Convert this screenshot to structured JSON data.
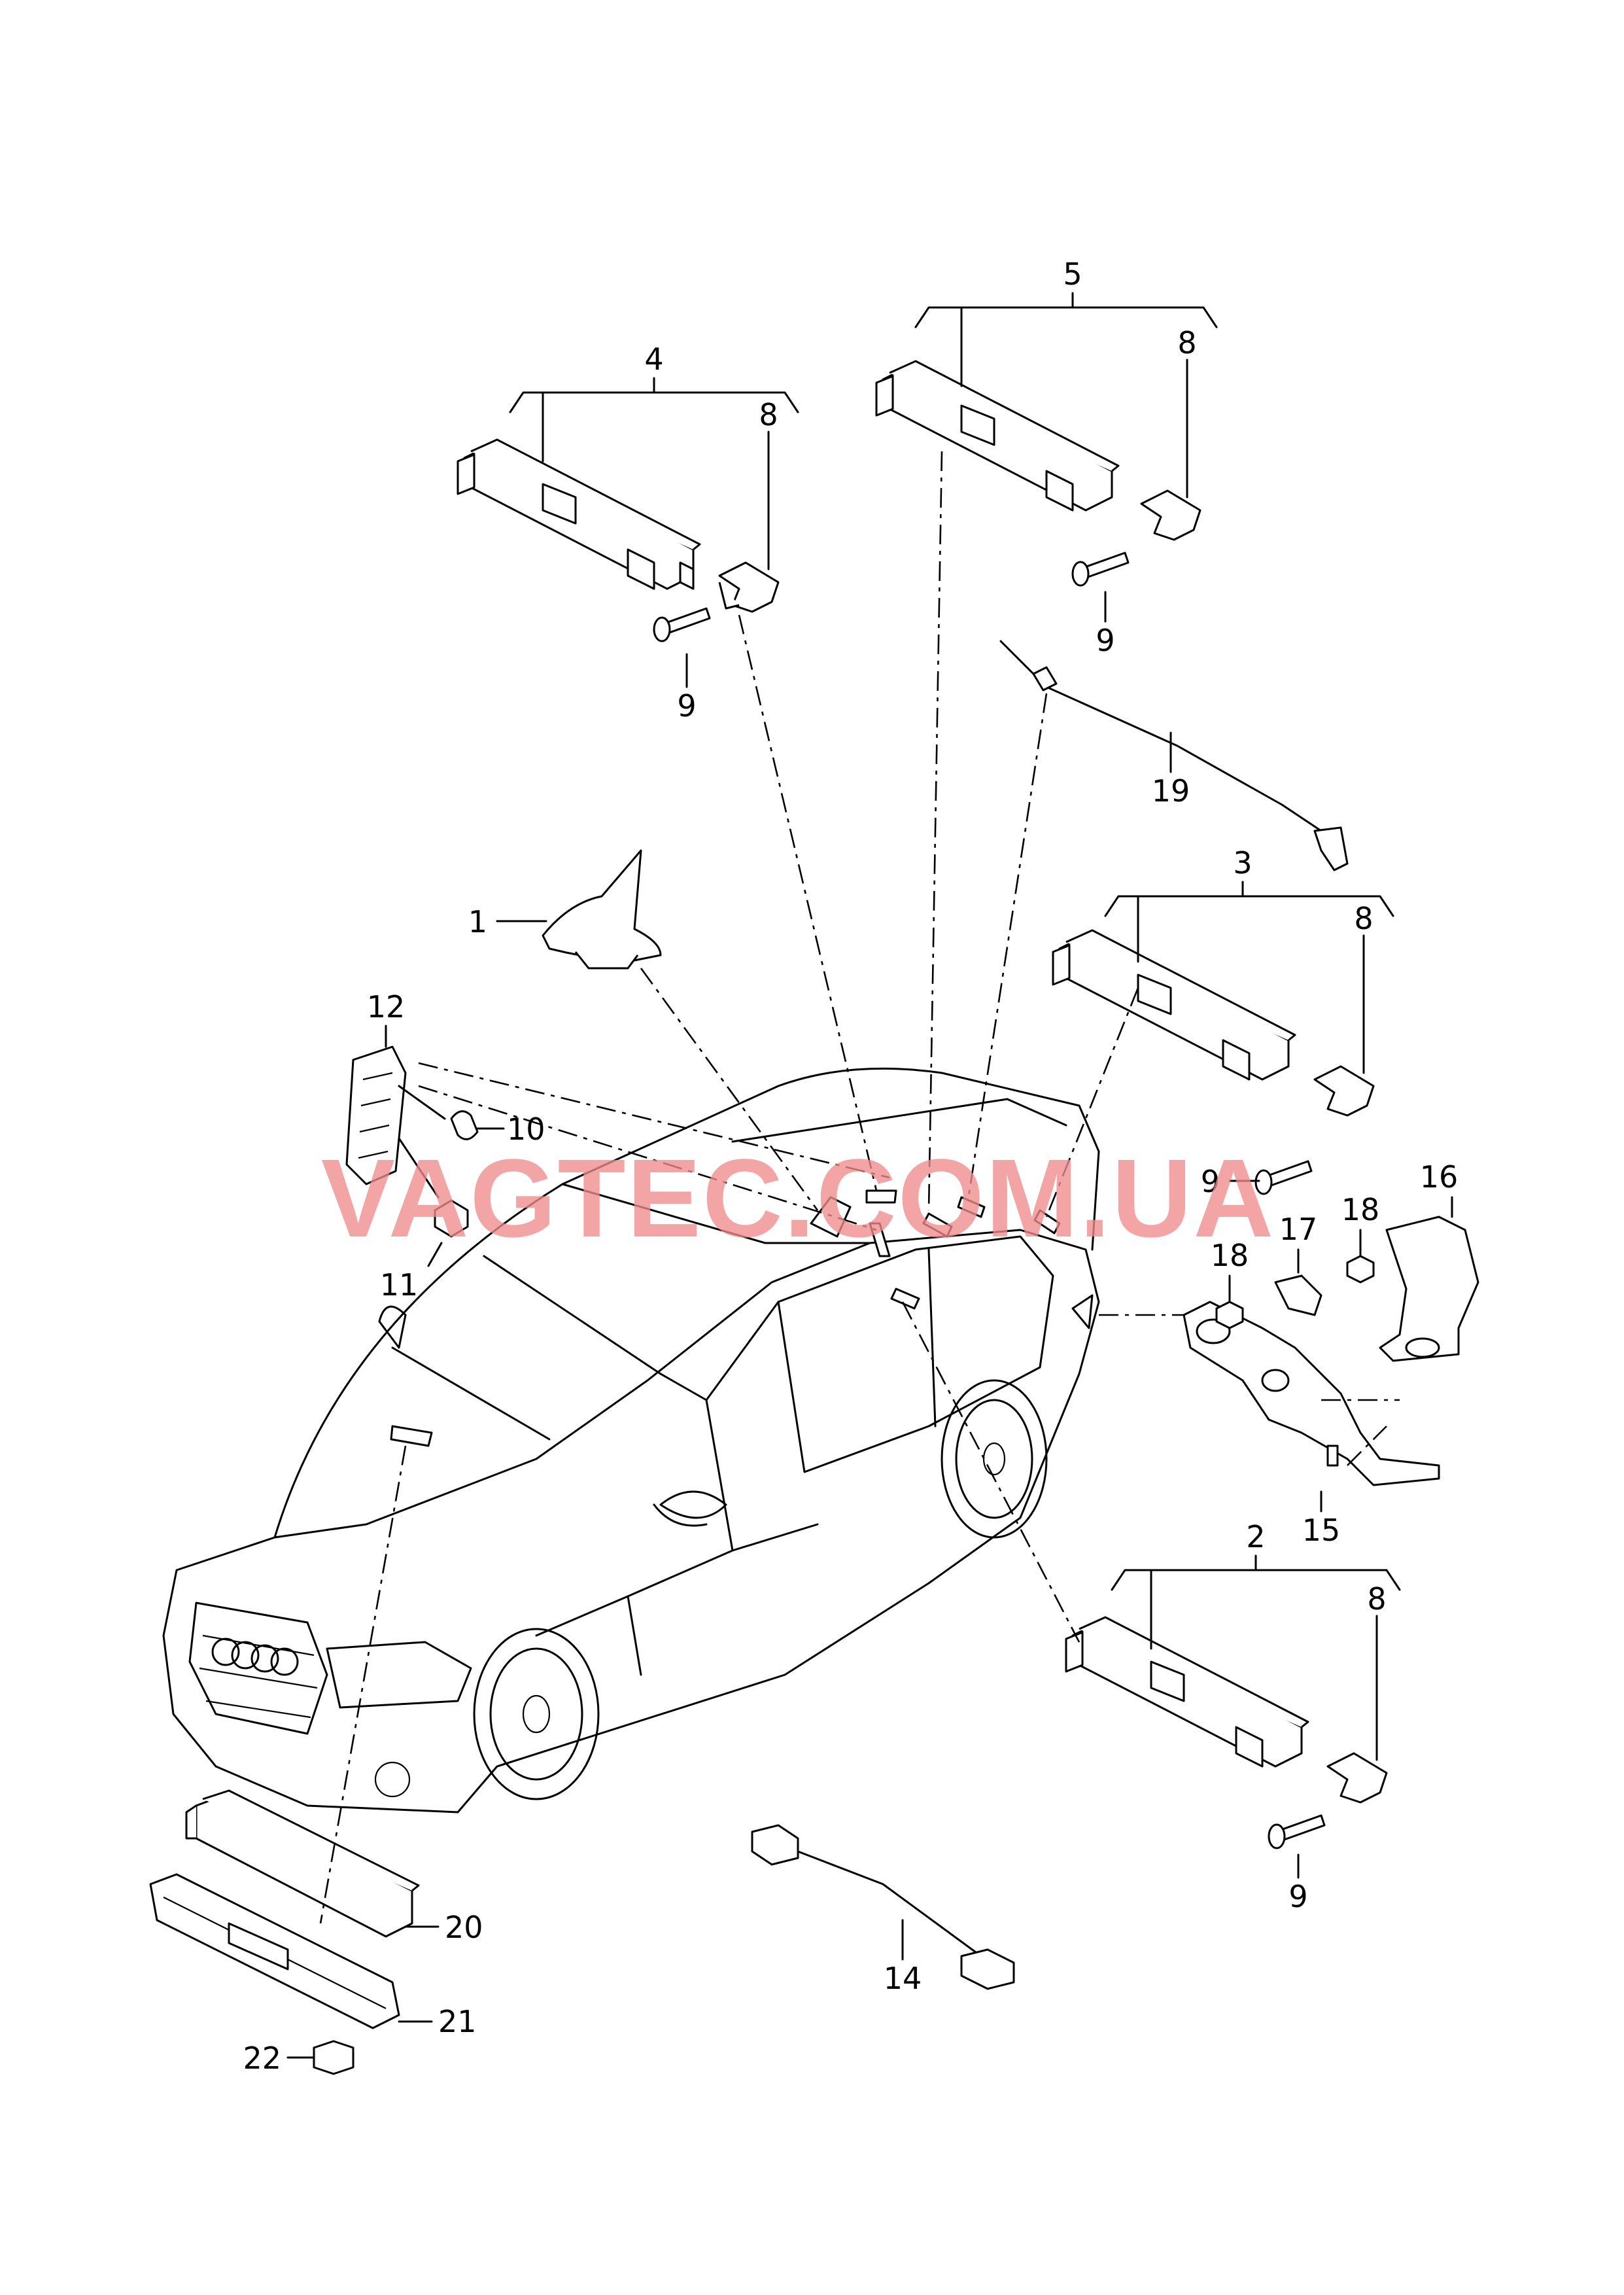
{
  "watermark": "VAGTEC.COM.UA",
  "callouts": {
    "c1": "1",
    "c2": "2",
    "c3": "3",
    "c4": "4",
    "c5": "5",
    "c8a": "8",
    "c8b": "8",
    "c8c": "8",
    "c8d": "8",
    "c9a": "9",
    "c9b": "9",
    "c9c": "9",
    "c9d": "9",
    "c10": "10",
    "c11": "11",
    "c12": "12",
    "c14": "14",
    "c15": "15",
    "c16": "16",
    "c17": "17",
    "c18a": "18",
    "c18b": "18",
    "c19": "19",
    "c20": "20",
    "c21": "21",
    "c22": "22"
  },
  "colors": {
    "line": "#000000",
    "watermark": "#f08a8a",
    "background": "#ffffff"
  }
}
